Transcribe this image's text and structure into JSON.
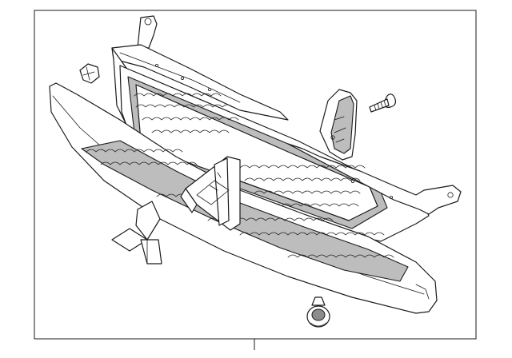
{
  "diagram": {
    "colors": {
      "line": "#1a1a1a",
      "panel_fill": "#ffffff",
      "shade_fill": "#bdbdbd",
      "dark_fill": "#8c8c8c",
      "background": "#ffffff"
    },
    "parts": [
      {
        "name": "grille-assembly"
      },
      {
        "name": "lower-bumper-trim"
      },
      {
        "name": "upper-mounting-bracket"
      },
      {
        "name": "side-mounting-bracket"
      },
      {
        "name": "mounting-screw"
      },
      {
        "name": "retaining-clip"
      },
      {
        "name": "push-clip"
      },
      {
        "name": "emblem"
      }
    ]
  }
}
